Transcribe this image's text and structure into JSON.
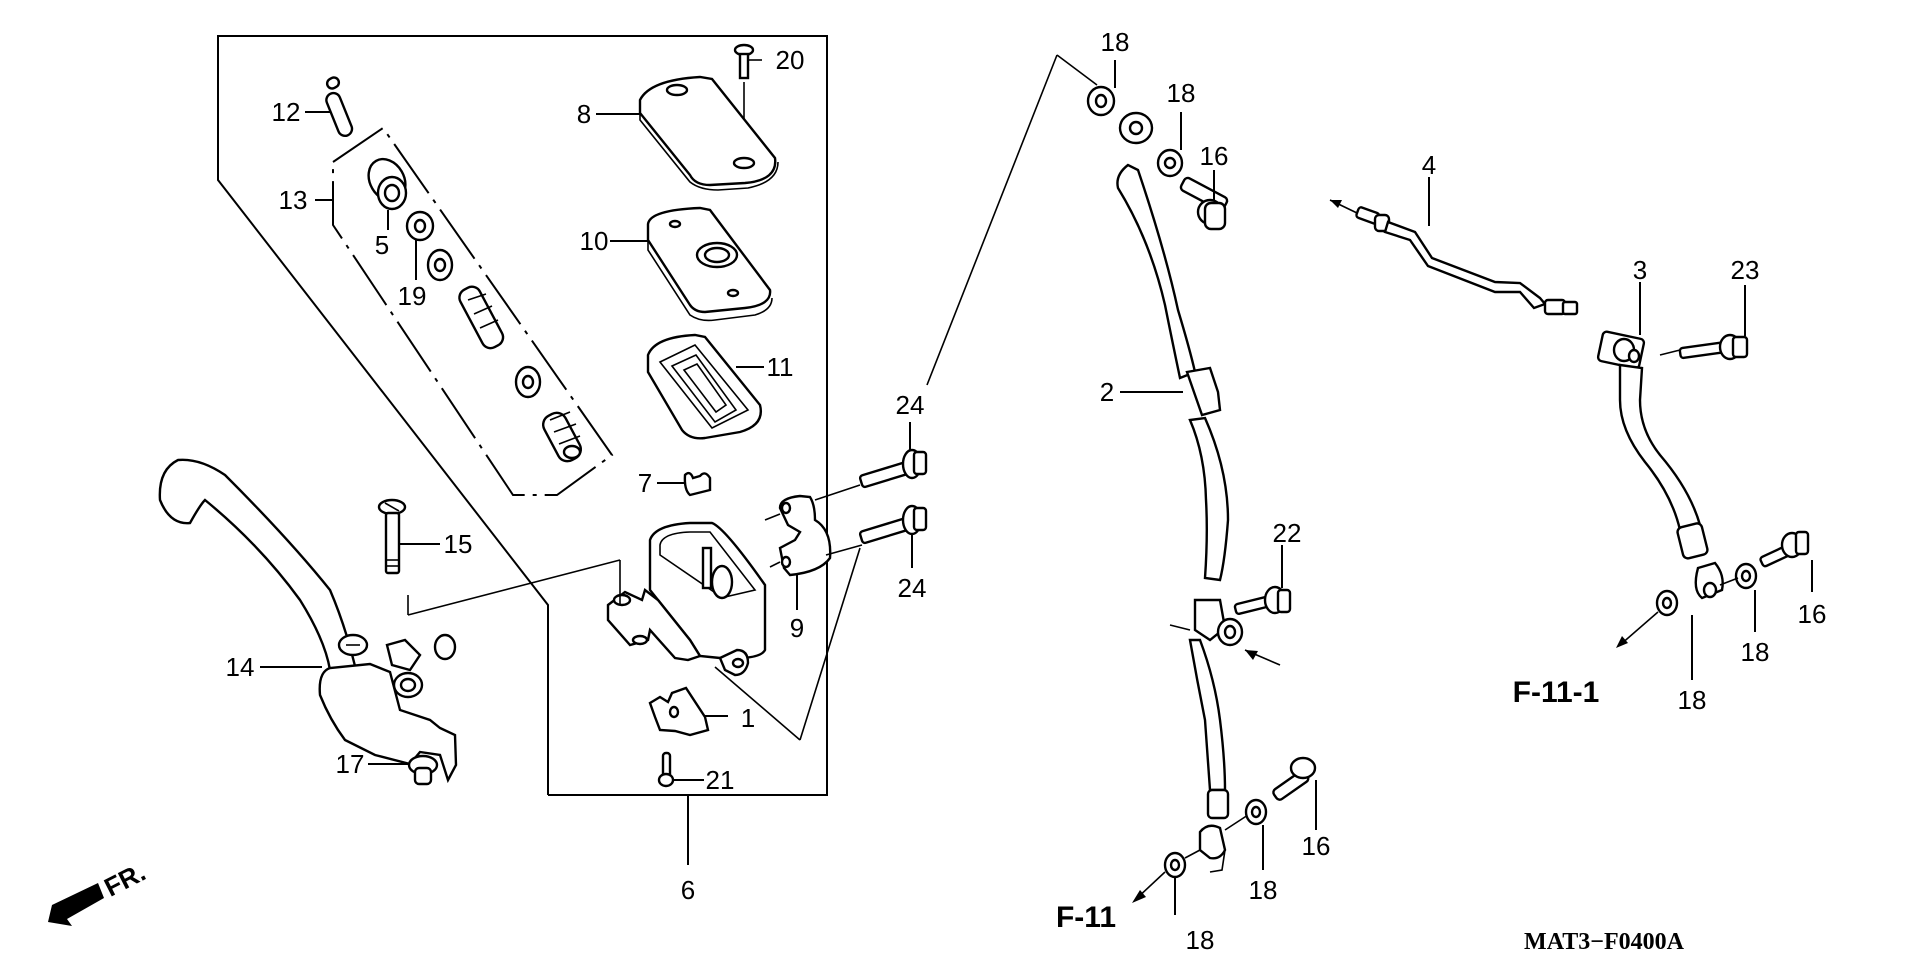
{
  "diagram": {
    "title_code": "MAT3−F0400A",
    "front_indicator": "FR.",
    "references": [
      {
        "id": "f11",
        "text": "F-11"
      },
      {
        "id": "f111",
        "text": "F-11-1"
      }
    ],
    "callouts": [
      {
        "id": "c1",
        "text": "1",
        "part": "brake-light-switch"
      },
      {
        "id": "c2",
        "text": "2",
        "part": "brake-hose-upper"
      },
      {
        "id": "c3",
        "text": "3",
        "part": "three-way-joint"
      },
      {
        "id": "c4",
        "text": "4",
        "part": "brake-pipe"
      },
      {
        "id": "c5",
        "text": "5",
        "part": "piston-boot"
      },
      {
        "id": "c6",
        "text": "6",
        "part": "master-cylinder-assembly"
      },
      {
        "id": "c7",
        "text": "7",
        "part": "reservoir-clip"
      },
      {
        "id": "c8",
        "text": "8",
        "part": "reservoir-cap"
      },
      {
        "id": "c9",
        "text": "9",
        "part": "holder"
      },
      {
        "id": "c10",
        "text": "10",
        "part": "diaphragm-plate"
      },
      {
        "id": "c11",
        "text": "11",
        "part": "diaphragm"
      },
      {
        "id": "c12",
        "text": "12",
        "part": "push-rod"
      },
      {
        "id": "c13",
        "text": "13",
        "part": "piston-set"
      },
      {
        "id": "c14",
        "text": "14",
        "part": "brake-lever"
      },
      {
        "id": "c15",
        "text": "15",
        "part": "lever-pivot-bolt"
      },
      {
        "id": "c16a",
        "text": "16",
        "part": "oil-bolt"
      },
      {
        "id": "c16b",
        "text": "16",
        "part": "oil-bolt"
      },
      {
        "id": "c16c",
        "text": "16",
        "part": "oil-bolt"
      },
      {
        "id": "c17",
        "text": "17",
        "part": "pivot-nut"
      },
      {
        "id": "c18a",
        "text": "18",
        "part": "sealing-washer"
      },
      {
        "id": "c18b",
        "text": "18",
        "part": "sealing-washer"
      },
      {
        "id": "c18c",
        "text": "18",
        "part": "sealing-washer"
      },
      {
        "id": "c18d",
        "text": "18",
        "part": "sealing-washer"
      },
      {
        "id": "c18e",
        "text": "18",
        "part": "sealing-washer"
      },
      {
        "id": "c18f",
        "text": "18",
        "part": "sealing-washer"
      },
      {
        "id": "c19",
        "text": "19",
        "part": "circlip"
      },
      {
        "id": "c20",
        "text": "20",
        "part": "cap-screw"
      },
      {
        "id": "c21",
        "text": "21",
        "part": "switch-screw"
      },
      {
        "id": "c22",
        "text": "22",
        "part": "clamp-bolt"
      },
      {
        "id": "c23",
        "text": "23",
        "part": "joint-bolt"
      },
      {
        "id": "c24a",
        "text": "24",
        "part": "holder-bolt"
      },
      {
        "id": "c24b",
        "text": "24",
        "part": "holder-bolt"
      }
    ]
  }
}
